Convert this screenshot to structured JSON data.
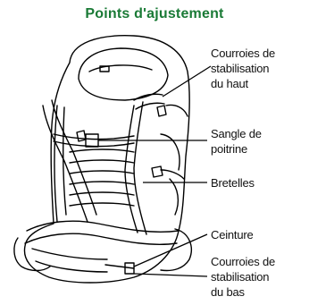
{
  "title": "Points d'ajustement",
  "title_color": "#1a7a36",
  "labels": [
    {
      "id": "top-stabilizer",
      "lines": [
        "Courroies de",
        "stabilisation",
        "du haut"
      ]
    },
    {
      "id": "chest-strap",
      "lines": [
        "Sangle de",
        "poitrine"
      ]
    },
    {
      "id": "shoulder-straps",
      "lines": [
        "Bretelles"
      ]
    },
    {
      "id": "hip-belt",
      "lines": [
        "Ceinture"
      ]
    },
    {
      "id": "bottom-stabilizer",
      "lines": [
        "Courroies de",
        "stabilisation",
        "du bas"
      ]
    }
  ]
}
